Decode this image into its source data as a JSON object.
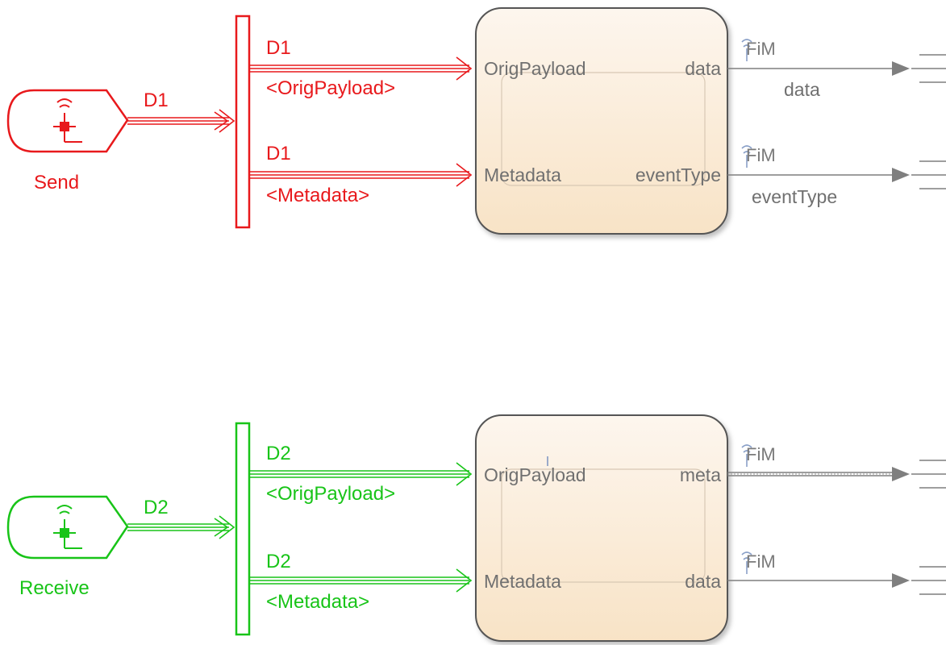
{
  "colors": {
    "send": "#e8191c",
    "receive": "#18c418",
    "gray_line": "#7f7f7f",
    "chart_fill": "#fbecd9",
    "chart_border": "#555555",
    "fim_icon": "#8aa0c8"
  },
  "top_section": {
    "source_block": {
      "label": "Send",
      "icon": "wireless-event-send-icon",
      "output_signal": "D1"
    },
    "bus_selector": {
      "outputs": [
        {
          "signal": "D1",
          "element": "<OrigPayload>"
        },
        {
          "signal": "D1",
          "element": "<Metadata>"
        }
      ]
    },
    "chart": {
      "inputs": [
        "OrigPayload",
        "Metadata"
      ],
      "outputs": [
        "data",
        "eventType"
      ],
      "output_signals": [
        "data",
        "eventType"
      ],
      "badges": [
        "FiM",
        "FiM"
      ]
    }
  },
  "bottom_section": {
    "source_block": {
      "label": "Receive",
      "icon": "wireless-event-receive-icon",
      "output_signal": "D2"
    },
    "bus_selector": {
      "outputs": [
        {
          "signal": "D2",
          "element": "<OrigPayload>"
        },
        {
          "signal": "D2",
          "element": "<Metadata>"
        }
      ]
    },
    "chart": {
      "inputs": [
        "OrigPayload",
        "Metadata"
      ],
      "outputs": [
        "meta",
        "data"
      ],
      "badges": [
        "FiM",
        "FiM"
      ]
    }
  }
}
